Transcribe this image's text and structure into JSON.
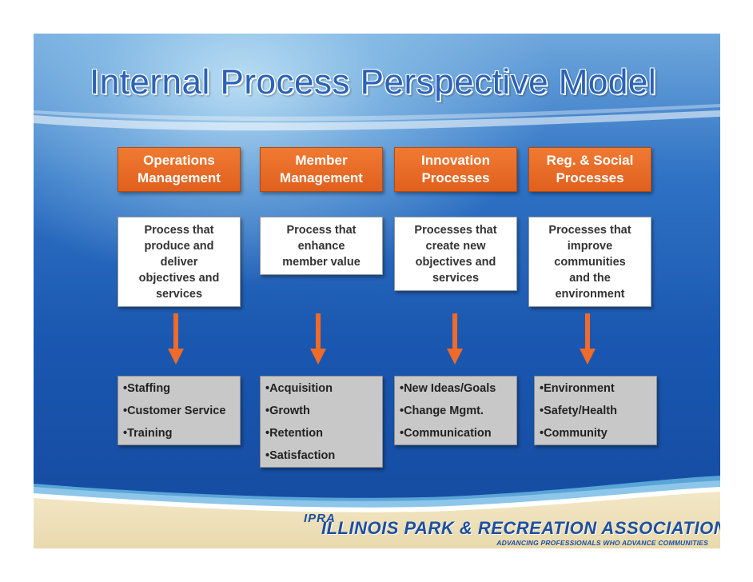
{
  "title": "Internal Process Perspective Model",
  "columns": [
    {
      "header": [
        "Operations",
        "Management"
      ],
      "description": [
        "Process that",
        "produce and",
        "deliver",
        "objectives and",
        "services"
      ],
      "items": [
        "Staffing",
        "Customer Service",
        "Training"
      ]
    },
    {
      "header": [
        "Member",
        "Management"
      ],
      "description": [
        "Process that",
        "enhance",
        "member value"
      ],
      "items": [
        "Acquisition",
        "Growth",
        "Retention",
        "Satisfaction"
      ]
    },
    {
      "header": [
        "Innovation",
        "Processes"
      ],
      "description": [
        "Processes that",
        "create new",
        "objectives and",
        "services"
      ],
      "items": [
        "New Ideas/Goals",
        "Change Mgmt.",
        "Communication"
      ]
    },
    {
      "header": [
        "Reg. & Social",
        "Processes"
      ],
      "description": [
        "Processes that",
        "improve",
        "communities",
        "and the",
        "environment"
      ],
      "items": [
        "Environment",
        "Safety/Health",
        "Community"
      ]
    }
  ],
  "logo": {
    "abbr": "IPRA",
    "name": "ILLINOIS PARK & RECREATION ASSOCIATION",
    "tagline": "ADVANCING PROFESSIONALS WHO ADVANCE COMMUNITIES"
  },
  "colors": {
    "header_fill": "#e8682a",
    "arrow": "#f06a28",
    "list_fill": "#c8c8c8",
    "title": "#2a63b8",
    "background": "#1a57b0"
  }
}
